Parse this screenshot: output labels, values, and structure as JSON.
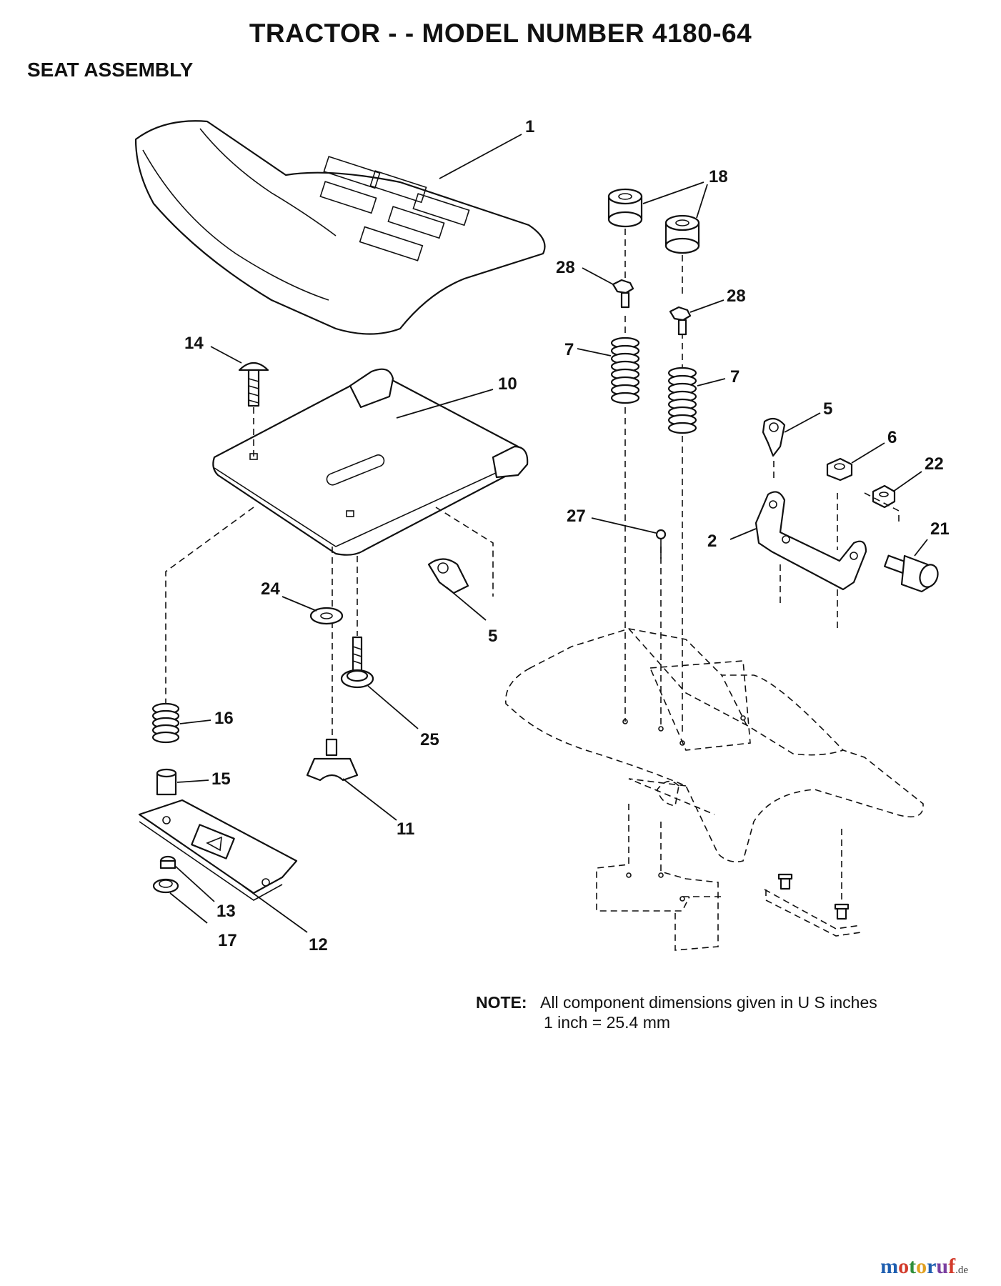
{
  "header": {
    "title": "TRACTOR - - MODEL NUMBER 4180-64",
    "section": "SEAT ASSEMBLY"
  },
  "callouts": {
    "c1": "1",
    "c18": "18",
    "c28a": "28",
    "c28b": "28",
    "c14": "14",
    "c10": "10",
    "c7a": "7",
    "c7b": "7",
    "c5a": "5",
    "c6": "6",
    "c22": "22",
    "c27": "27",
    "c2": "2",
    "c21": "21",
    "c24": "24",
    "c5b": "5",
    "c16": "16",
    "c25": "25",
    "c15": "15",
    "c11": "11",
    "c13": "13",
    "c12": "12",
    "c17": "17"
  },
  "note": {
    "label": "NOTE:",
    "line1": "All component dimensions given in U S  inches",
    "line2": "1 inch = 25.4 mm"
  },
  "watermark": {
    "m": "m",
    "o1": "o",
    "t": "t",
    "o2": "o",
    "r": "r",
    "u": "u",
    "f": "f",
    "de": ".de"
  }
}
